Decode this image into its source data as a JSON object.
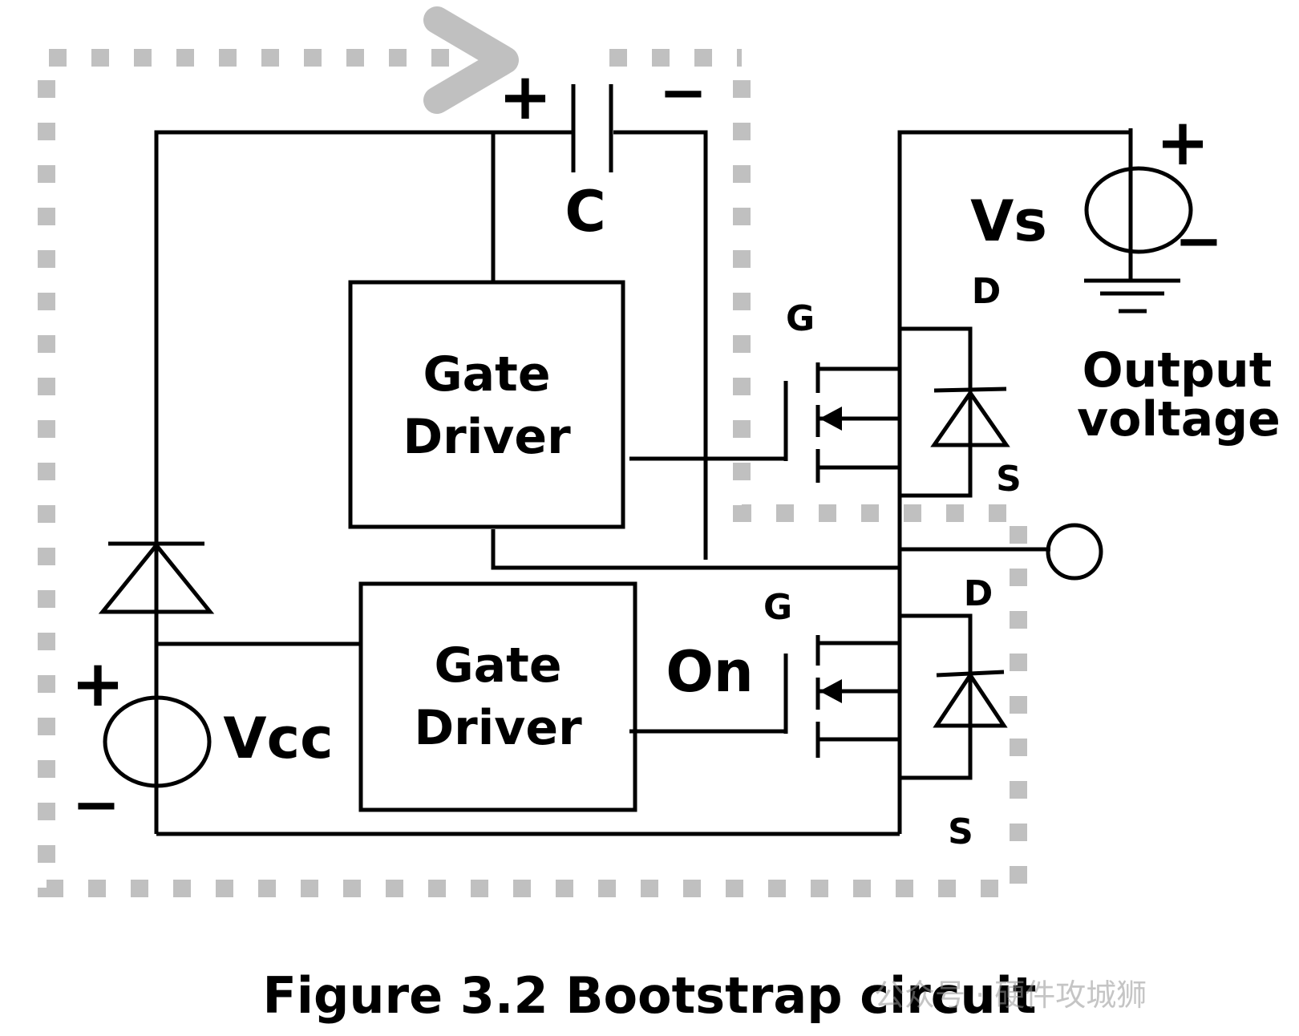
{
  "labels": {
    "capacitor": "C",
    "capacitor_plus": "+",
    "capacitor_minus": "−",
    "vs": "Vs",
    "vs_plus": "+",
    "vs_minus": "−",
    "output_voltage_line1": "Output",
    "output_voltage_line2": "voltage",
    "gate_driver_top_line1": "Gate",
    "gate_driver_top_line2": "Driver",
    "gate_driver_bottom_line1": "Gate",
    "gate_driver_bottom_line2": "Driver",
    "vcc": "Vcc",
    "vcc_plus": "+",
    "vcc_minus": "−",
    "on": "On",
    "top_g": "G",
    "top_d": "D",
    "top_s": "S",
    "bottom_g": "G",
    "bottom_d": "D",
    "bottom_s": "S"
  },
  "caption": "Figure 3.2 Bootstrap circuit",
  "watermark": "公众号 · 硬件攻城狮",
  "colors": {
    "wire": "#000000",
    "current_loop": "#c0c0c0"
  }
}
